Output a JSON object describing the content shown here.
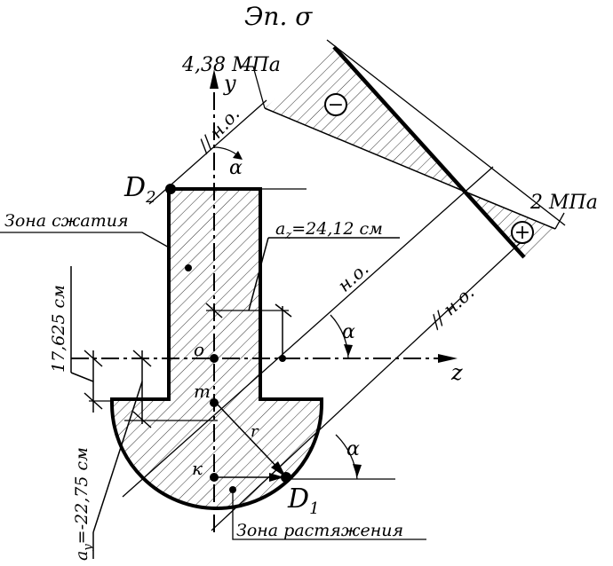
{
  "title": "Эп. σ",
  "stress_top": "4,38 МПа",
  "stress_bottom": "2 МПа",
  "axis_y": "y",
  "axis_z": "z",
  "neutral_axis": "н.о.",
  "parallel_neutral_axis": "// н.о.",
  "angle": "α",
  "point_d2": "D",
  "point_d2_sub": "2",
  "point_d1": "D",
  "point_d1_sub": "1",
  "point_o": "o",
  "point_m": "m",
  "point_k": "к",
  "radius": "r",
  "compression_zone": "Зона сжатия",
  "tension_zone": "Зона растяжения",
  "az_label": "a",
  "az_sub": "z",
  "az_value": "=24,12 см",
  "ay_label": "a",
  "ay_sub": "y",
  "ay_value": "=-22,75 см",
  "dim_17625": "17,625 см",
  "minus_sign": "−",
  "plus_sign": "+",
  "colors": {
    "stroke": "#000000",
    "background": "#ffffff"
  }
}
